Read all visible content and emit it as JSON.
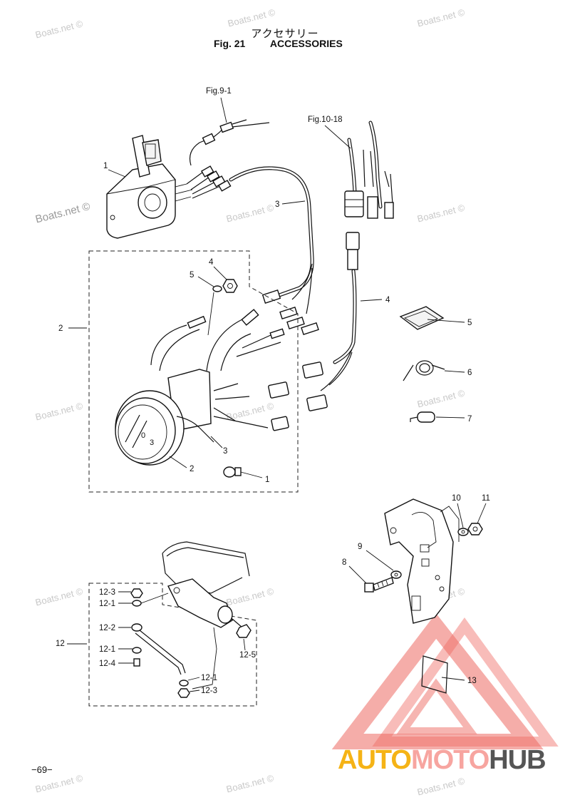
{
  "title": {
    "japanese": "アクセサリー",
    "fig": "Fig. 21",
    "name": "ACCESSORIES"
  },
  "references": {
    "fig_9_1": "Fig.9-1",
    "fig_10_18": "Fig.10-18"
  },
  "callouts": {
    "c1": "1",
    "c2": "2",
    "c3": "3",
    "c4": "4",
    "c5": "5",
    "c6": "6",
    "c7": "7",
    "c8": "8",
    "c9": "9",
    "c10": "10",
    "c11": "11",
    "c12": "12",
    "c13": "13",
    "box_4": "4",
    "box_5": "5",
    "box_2": "2",
    "box_3": "3",
    "box_2b": "2",
    "box_1": "1",
    "c12_3a": "12-3",
    "c12_1a": "12-1",
    "c12_2": "12-2",
    "c12_1b": "12-1",
    "c12_4": "12-4",
    "c12_5": "12-5",
    "c12_1c": "12-1",
    "c12_3b": "12-3"
  },
  "page_number": "−69−",
  "watermark": "Boats.net ©",
  "logo": {
    "part_a": "AUTO",
    "part_b": "MOTO",
    "part_c": "HUB",
    "colors": {
      "gold": "#f5b316",
      "pink": "#f7a5a0",
      "gray": "#555555",
      "triangle": "#e8392f"
    }
  }
}
